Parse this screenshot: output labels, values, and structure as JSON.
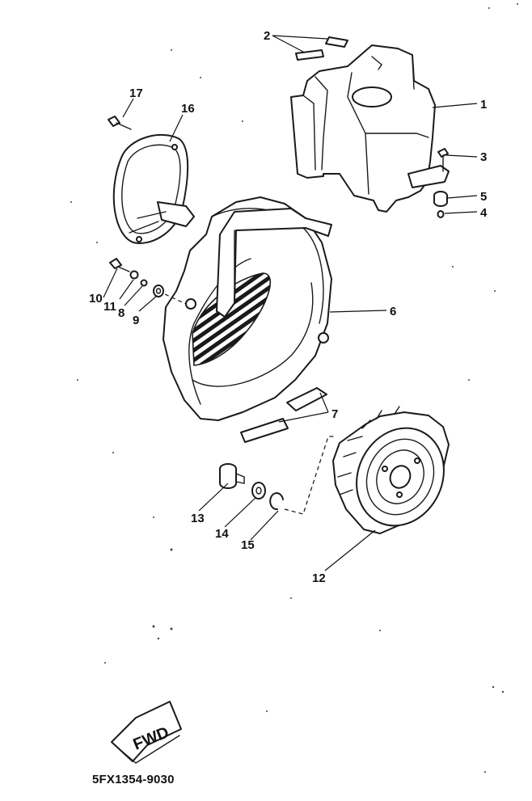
{
  "diagram": {
    "callouts": [
      {
        "id": "1",
        "label": "1"
      },
      {
        "id": "2",
        "label": "2"
      },
      {
        "id": "3",
        "label": "3"
      },
      {
        "id": "4",
        "label": "4"
      },
      {
        "id": "5",
        "label": "5"
      },
      {
        "id": "6",
        "label": "6"
      },
      {
        "id": "7",
        "label": "7"
      },
      {
        "id": "8",
        "label": "8"
      },
      {
        "id": "9",
        "label": "9"
      },
      {
        "id": "10",
        "label": "10"
      },
      {
        "id": "11",
        "label": "11"
      },
      {
        "id": "12",
        "label": "12"
      },
      {
        "id": "13",
        "label": "13"
      },
      {
        "id": "14",
        "label": "14"
      },
      {
        "id": "15",
        "label": "15"
      },
      {
        "id": "16",
        "label": "16"
      },
      {
        "id": "17",
        "label": "17"
      }
    ],
    "direction_arrow_label": "FWD",
    "part_code": "5FX1354-9030"
  }
}
